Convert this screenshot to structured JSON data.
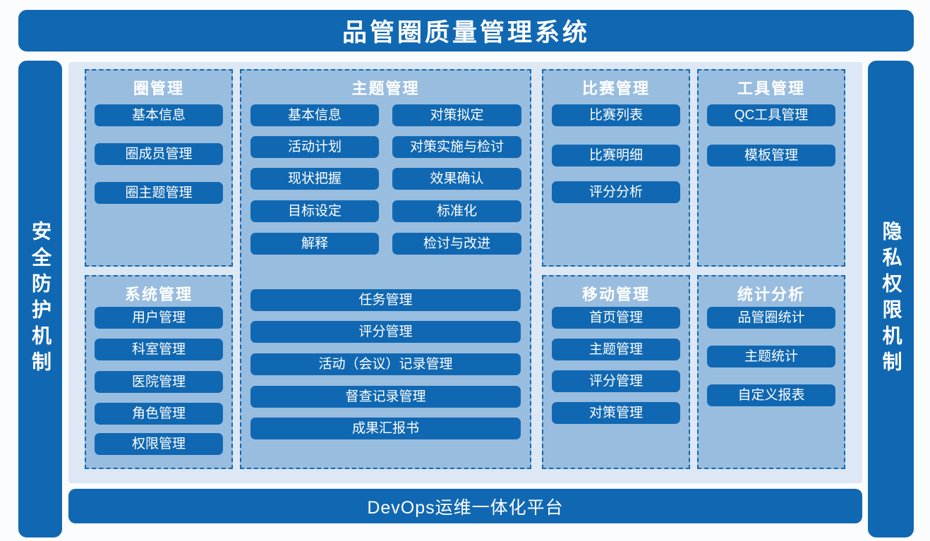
{
  "header": {
    "title": "品管圈质量管理系统"
  },
  "left_bar": {
    "label": "安全防护机制"
  },
  "right_bar": {
    "label": "隐私权限机制"
  },
  "footer": {
    "label": "DevOps运维一体化平台"
  },
  "colors": {
    "primary_dark_blue": "#1168b2",
    "panel_blue": "#99bddf",
    "canvas_light_blue": "#dde8f4"
  },
  "panels": {
    "circle": {
      "title": "圈管理",
      "items": [
        "基本信息",
        "圈成员管理",
        "圈主题管理"
      ]
    },
    "theme": {
      "title": "主题管理",
      "left_items": [
        "基本信息",
        "活动计划",
        "现状把握",
        "目标设定",
        "解释"
      ],
      "right_items": [
        "对策拟定",
        "对策实施与检讨",
        "效果确认",
        "标准化",
        "检讨与改进"
      ],
      "wide_items": [
        "任务管理",
        "评分管理",
        "活动（会议）记录管理",
        "督查记录管理",
        "成果汇报书"
      ]
    },
    "competition": {
      "title": "比赛管理",
      "items": [
        "比赛列表",
        "比赛明细",
        "评分分析"
      ]
    },
    "tools": {
      "title": "工具管理",
      "items": [
        "QC工具管理",
        "模板管理"
      ]
    },
    "system": {
      "title": "系统管理",
      "items": [
        "用户管理",
        "科室管理",
        "医院管理",
        "角色管理",
        "权限管理"
      ]
    },
    "mobile": {
      "title": "移动管理",
      "items": [
        "首页管理",
        "主题管理",
        "评分管理",
        "对策管理"
      ]
    },
    "stats": {
      "title": "统计分析",
      "items": [
        "品管圈统计",
        "主题统计",
        "自定义报表"
      ]
    }
  }
}
